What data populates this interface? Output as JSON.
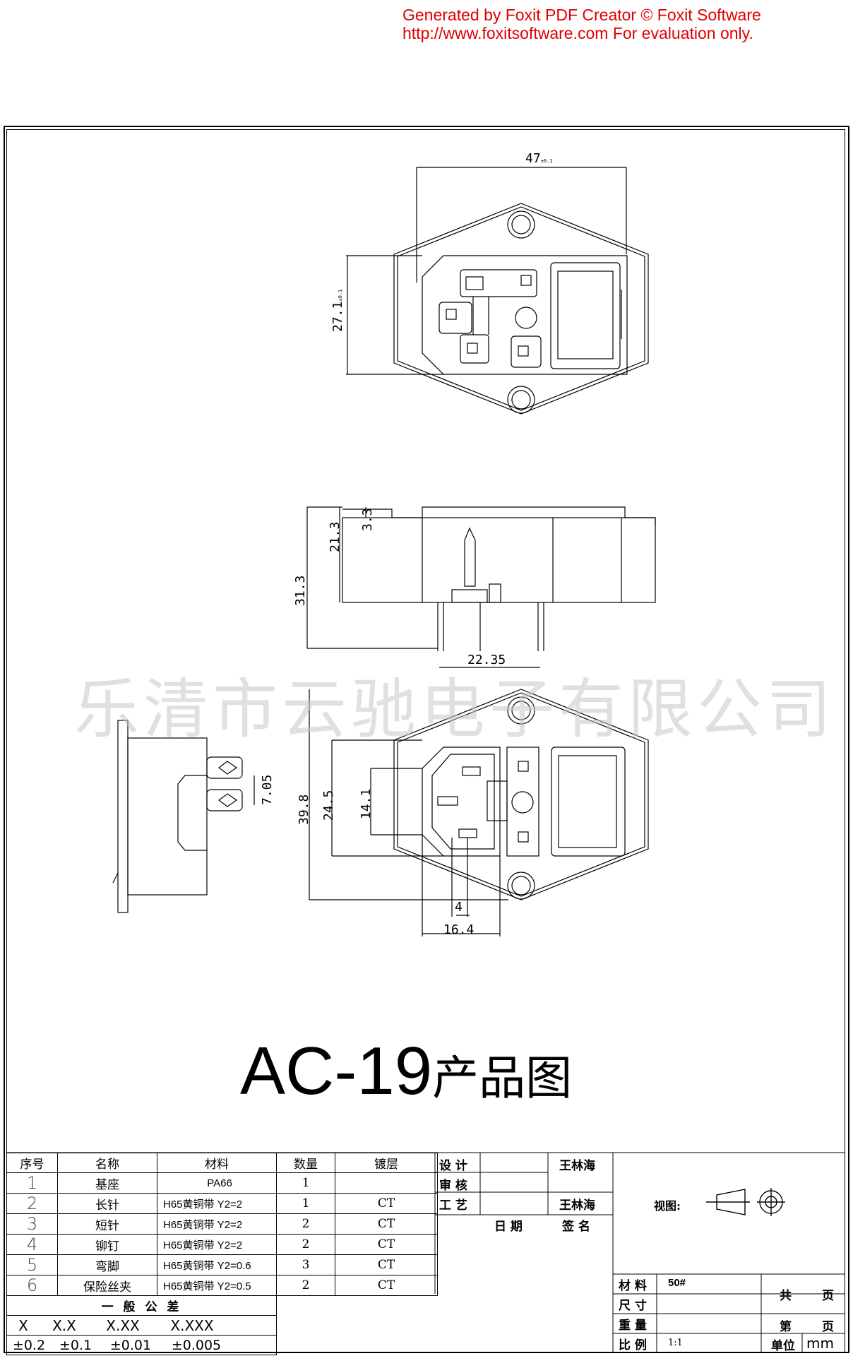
{
  "banner": {
    "line1": "Generated by Foxit PDF Creator © Foxit Software",
    "line2": "http://www.foxitsoftware.com   For evaluation only."
  },
  "watermark": "乐清市云驰电子有限公司",
  "title": {
    "model": "AC-19",
    "suffix": "产品图"
  },
  "dimensions": {
    "width_top": "47",
    "tol_top": "±0.1",
    "height_top": "27.1",
    "tol_height_top": "±0.1",
    "d_33": "3.3",
    "d_213": "21.3",
    "d_313": "31.3",
    "d_2235": "22.35",
    "d_705": "7.05",
    "d_398": "39.8",
    "d_245": "24.5",
    "d_141": "14.1",
    "d_4": "4",
    "d_164": "16.4",
    "tol": "±0.1"
  },
  "bom": {
    "headers": [
      "序号",
      "名称",
      "材料",
      "数量",
      "镀层"
    ],
    "rows": [
      {
        "no": "1",
        "name": "基座",
        "material": "PA66",
        "qty": "1",
        "plating": ""
      },
      {
        "no": "2",
        "name": "长针",
        "material": "H65黄铜带 Y2=2",
        "qty": "1",
        "plating": "CT"
      },
      {
        "no": "3",
        "name": "短针",
        "material": "H65黄铜带 Y2=2",
        "qty": "2",
        "plating": "CT"
      },
      {
        "no": "4",
        "name": "铆钉",
        "material": "H65黄铜带 Y2=2",
        "qty": "2",
        "plating": "CT"
      },
      {
        "no": "5",
        "name": "弯脚",
        "material": "H65黄铜带 Y2=0.6",
        "qty": "3",
        "plating": "CT"
      },
      {
        "no": "6",
        "name": "保险丝夹",
        "material": "H65黄铜带 Y2=0.5",
        "qty": "2",
        "plating": "CT"
      }
    ],
    "tolerance_title": "一 般 公 差",
    "tolerance_formats": [
      "X",
      "X.X",
      "X.XX",
      "X.XXX"
    ],
    "tolerance_values": [
      "±0.2",
      "±0.1",
      "±0.01",
      "±0.005"
    ]
  },
  "signoff": {
    "design": "设 计",
    "review": "审 核",
    "process": "工 艺",
    "date": "日 期",
    "sign": "签 名",
    "designer": "王林海",
    "processor": "王林海"
  },
  "info": {
    "view_label": "视图:",
    "material_label": "材 料",
    "material_value": "50#",
    "size_label": "尺 寸",
    "weight_label": "重 量",
    "scale_label": "比 例",
    "scale_value": "1:1",
    "total_label": "共",
    "page_label_1": "页",
    "sheet_label": "第",
    "page_label_2": "页",
    "unit_label": "单位",
    "unit_value": "mm"
  }
}
